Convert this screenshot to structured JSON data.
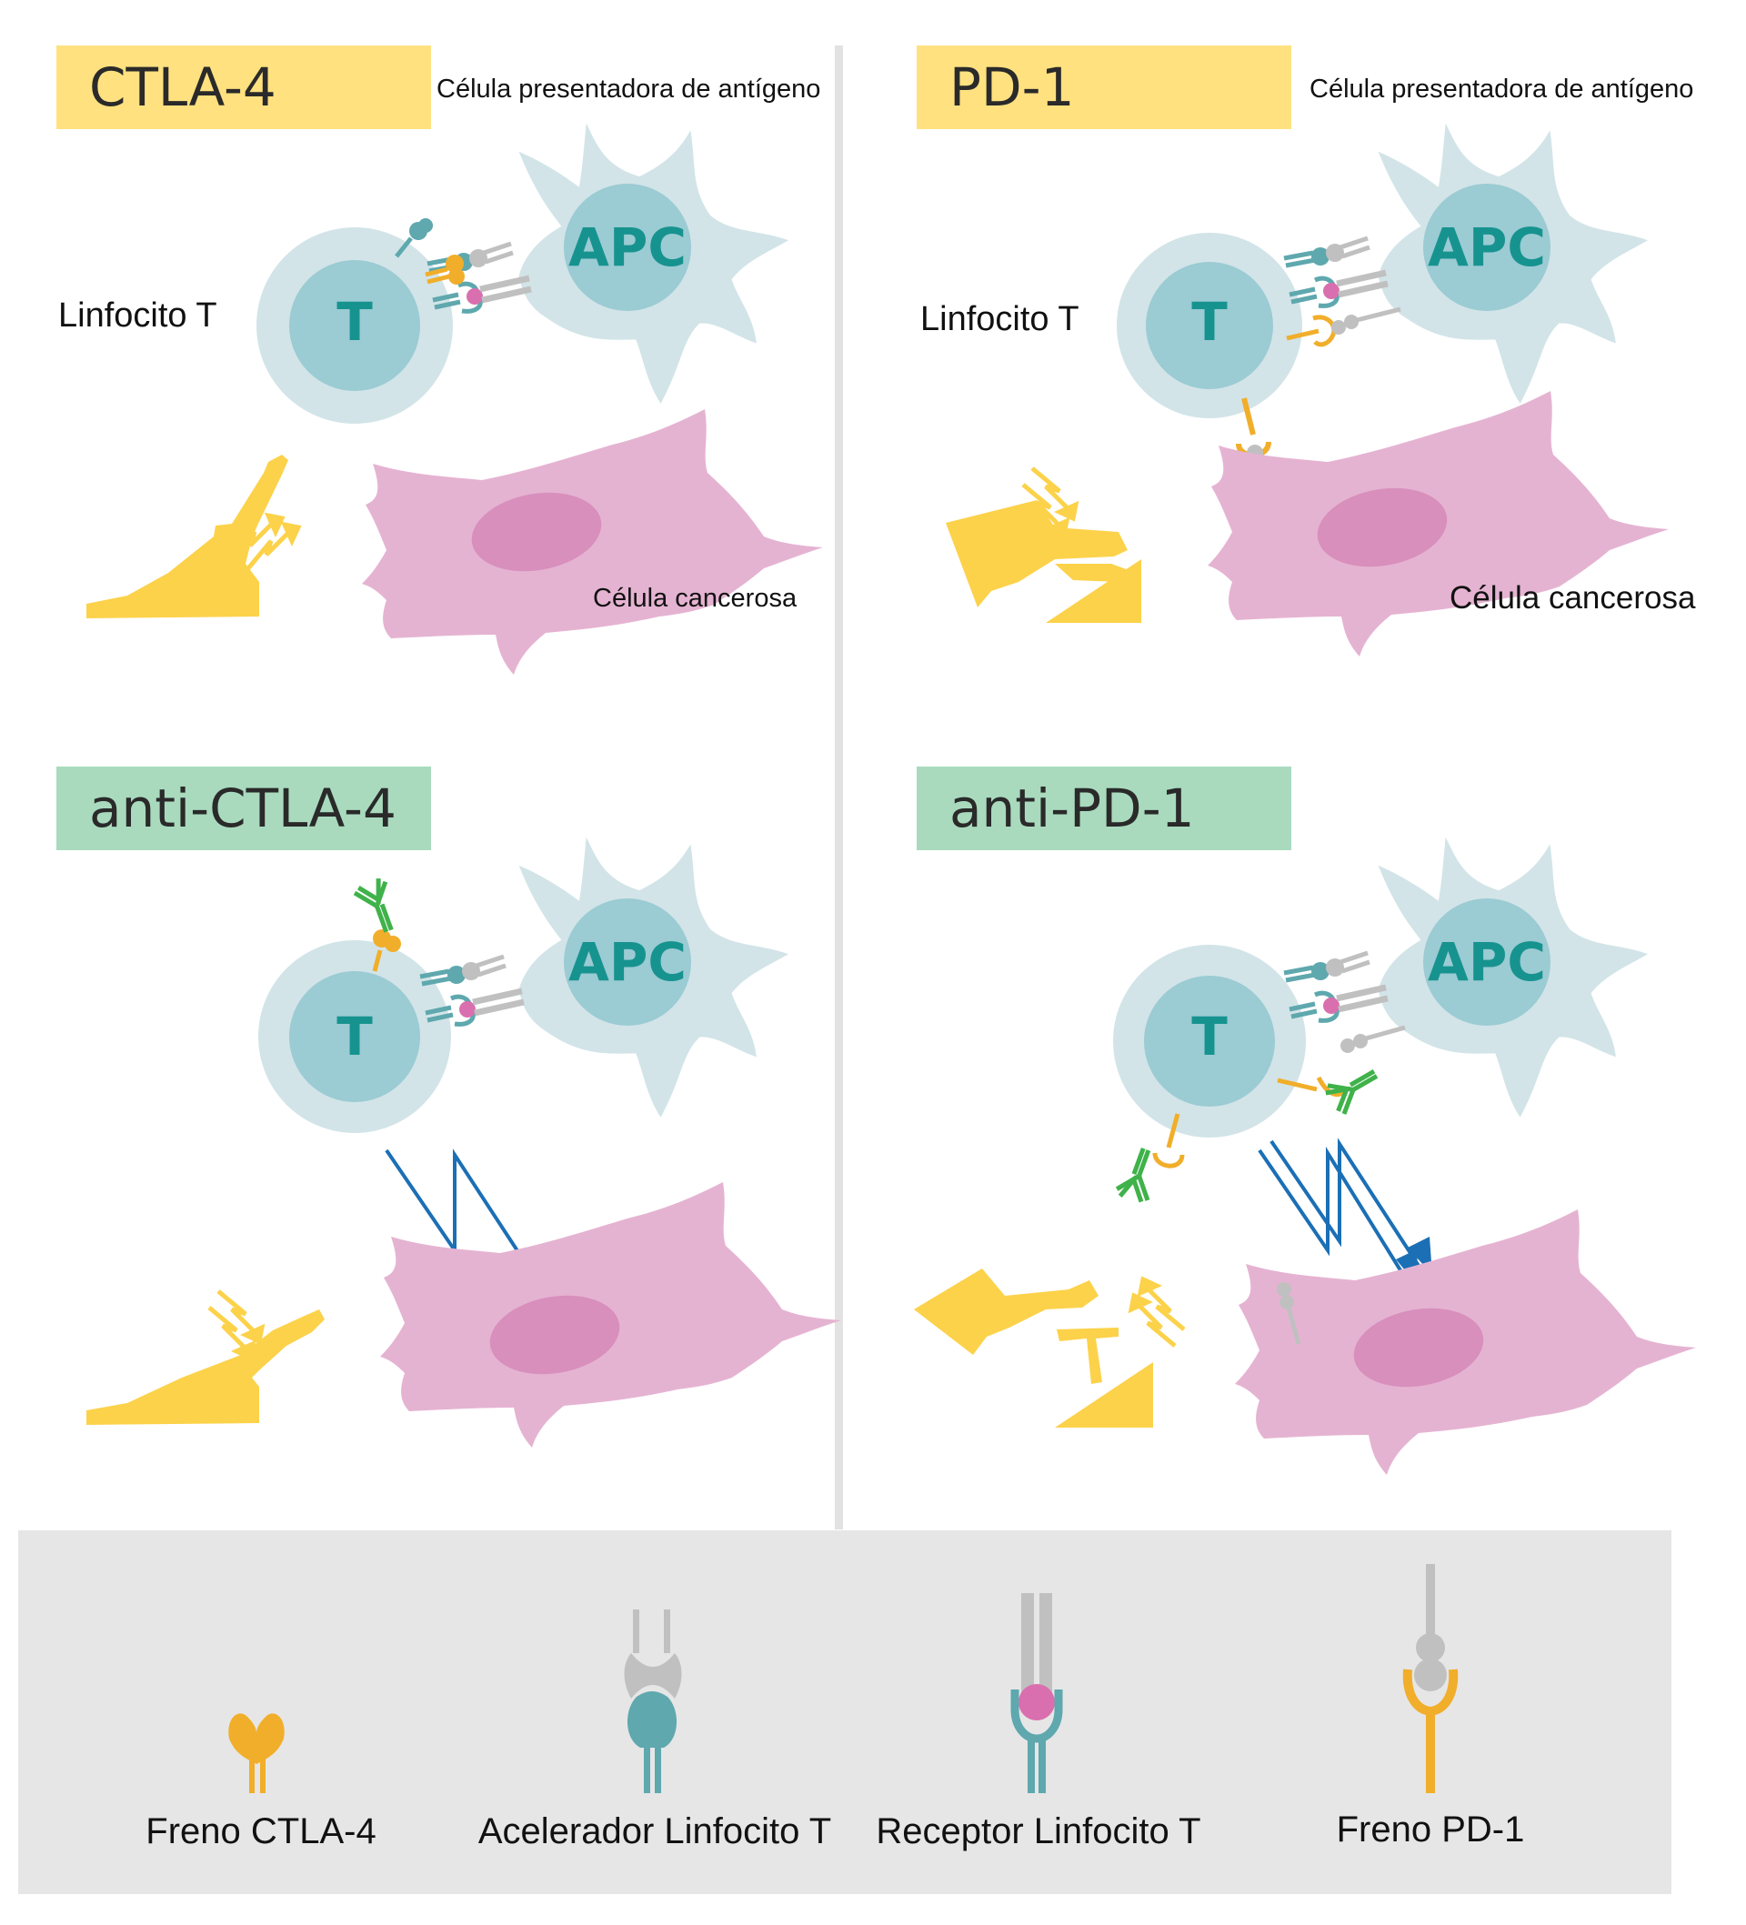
{
  "panels": {
    "ctla4": {
      "title": "CTLA-4",
      "apc_caption": "Célula presentadora de antígeno",
      "tcell_caption": "Linfocito T",
      "cancer_caption": "Célula cancerosa",
      "tcell_letter": "T",
      "apc_letter": "APC"
    },
    "pd1": {
      "title": "PD-1",
      "apc_caption": "Célula presentadora de antígeno",
      "tcell_caption": "Linfocito T",
      "cancer_caption": "Célula cancerosa",
      "tcell_letter": "T",
      "apc_letter": "APC"
    },
    "anti_ctla4": {
      "title": "anti-CTLA-4",
      "tcell_letter": "T",
      "apc_letter": "APC"
    },
    "anti_pd1": {
      "title": "anti-PD-1",
      "tcell_letter": "T",
      "apc_letter": "APC"
    }
  },
  "legend": {
    "items": [
      {
        "label": "Freno CTLA-4",
        "icon": "ctla4-brake-icon"
      },
      {
        "label": "Acelerador Linfocito T",
        "icon": "tcell-accelerator-icon"
      },
      {
        "label": "Receptor Linfocito T",
        "icon": "tcell-receptor-icon"
      },
      {
        "label": "Freno PD-1",
        "icon": "pd1-brake-icon"
      }
    ]
  },
  "colors": {
    "title_yellow": "#ffe17f",
    "title_green": "#a9dabe",
    "apc_cell": "#d2e4e8",
    "apc_nucleus": "#9bcbd3",
    "tcell_outer": "#d2e4e8",
    "tcell_nucleus": "#9bcbd3",
    "cancer_cell": "#e5b3d2",
    "cancer_nucleus": "#d88fbc",
    "teal_text": "#17938f",
    "yellow_mechanism": "#fcd24a",
    "ctla4_orange": "#f1ae2a",
    "receptor_teal": "#5ea8ae",
    "receptor_grey": "#c0c0c0",
    "antigen_pink": "#d96fae",
    "antibody_green": "#3fb24a",
    "signal_blue": "#1b6fb5",
    "legend_bg": "#e6e6e6"
  }
}
